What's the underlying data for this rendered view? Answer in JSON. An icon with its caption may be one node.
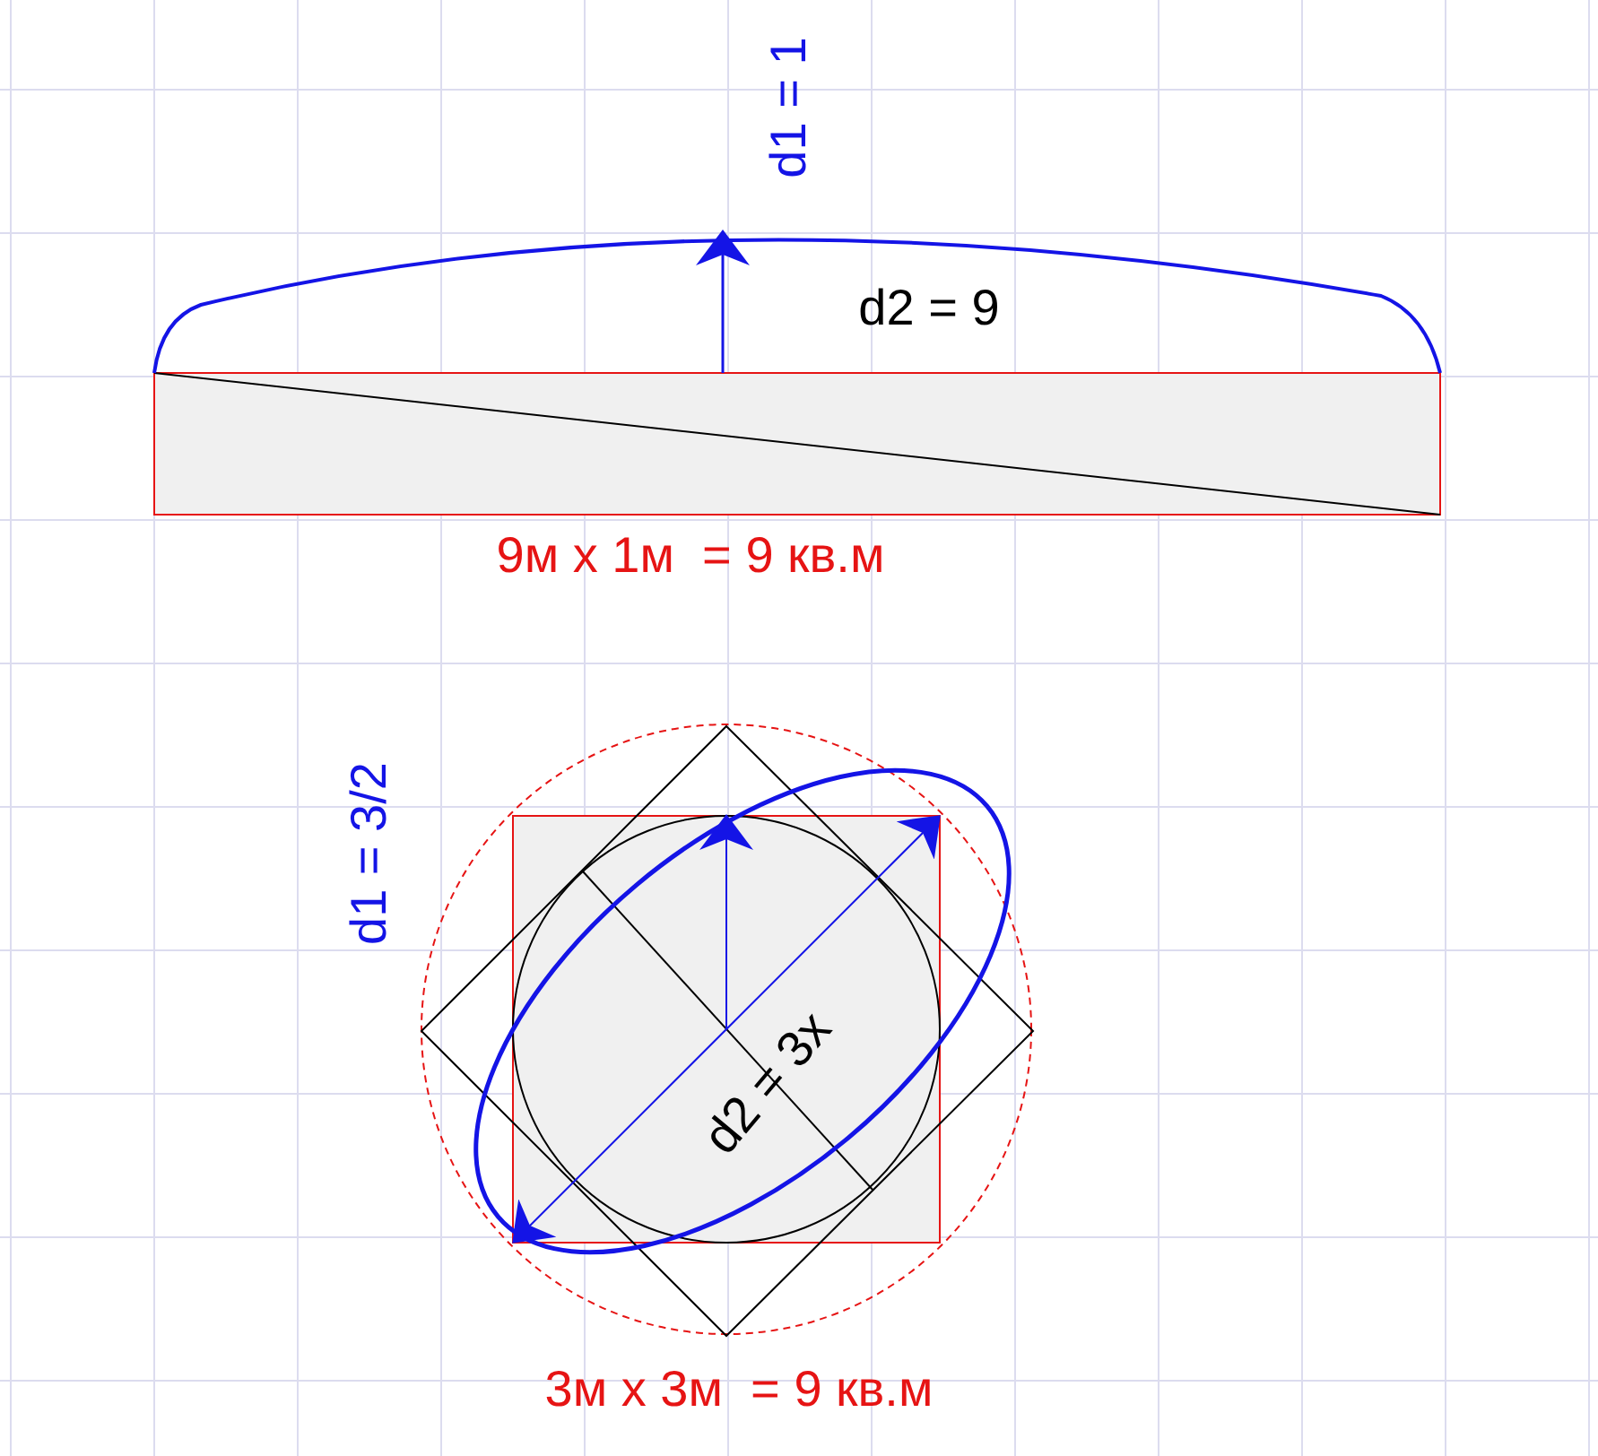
{
  "diagram": {
    "labels": [
      "d1 = 1",
      "d2 = 9",
      "9м x 1м  = 9 кв.м",
      "d1 = 3/2",
      "d2 = 3x",
      "3м x 3м  = 9 кв.м"
    ]
  }
}
